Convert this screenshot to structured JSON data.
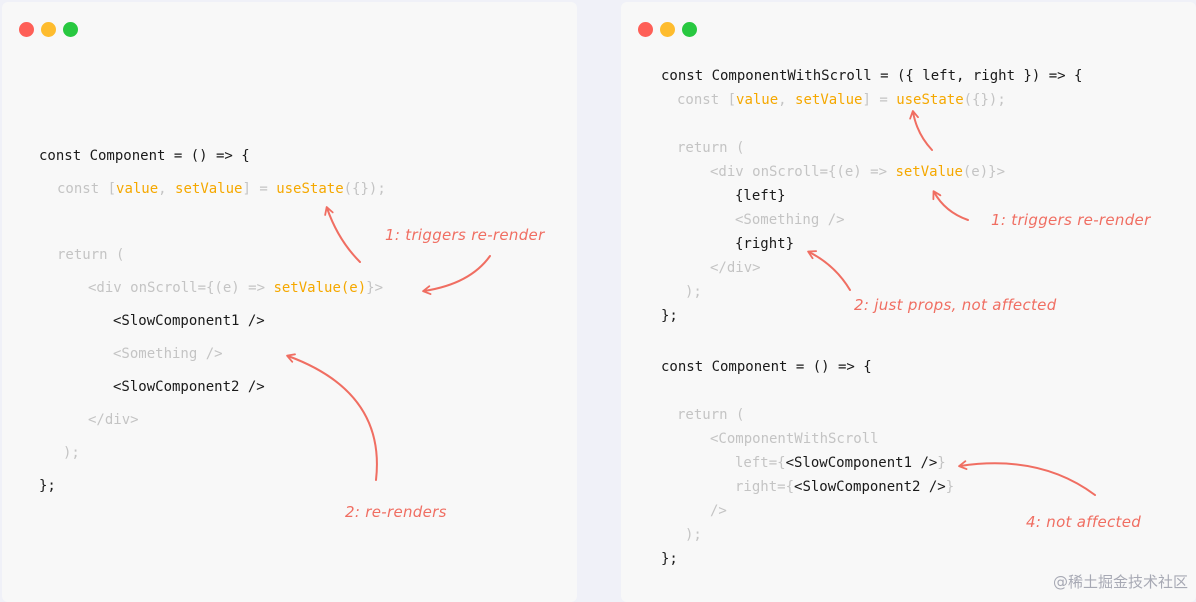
{
  "left_panel": {
    "window_dots": [
      "#fe5f57",
      "#febc2e",
      "#28c840"
    ],
    "code": {
      "l1": "const Component = () => {",
      "l2a": "const [",
      "l2b": "value",
      "l2c": ", ",
      "l2d": "setValue",
      "l2e": "] = ",
      "l2f": "useState",
      "l2g": "({});",
      "l3": "return (",
      "l4a": "<div onScroll={(e) => ",
      "l4b": "setValue(e)",
      "l4c": "}>",
      "l5": "<SlowComponent1 />",
      "l6": "<Something />",
      "l7": "<SlowComponent2 />",
      "l8": "</div>",
      "l9": ");",
      "l10": "};"
    },
    "annotations": {
      "triggers": "1: triggers re-render",
      "rerenders": "2: re-renders"
    }
  },
  "right_panel": {
    "window_dots": [
      "#fe5f57",
      "#febc2e",
      "#28c840"
    ],
    "code": {
      "l1": "const ComponentWithScroll = ({ left, right }) => {",
      "l2a": "const [",
      "l2b": "value",
      "l2c": ", ",
      "l2d": "setValue",
      "l2e": "] = ",
      "l2f": "useState",
      "l2g": "({});",
      "l3": "return (",
      "l4a": "<div onScroll={(e) => ",
      "l4b": "setValue",
      "l4c": "(e)}>",
      "l5": "{left}",
      "l6": "<Something />",
      "l7": "{right}",
      "l8": "</div>",
      "l9": ");",
      "l10": "};",
      "m1": "const Component = () => {",
      "m2": "return (",
      "m3": "<ComponentWithScroll",
      "m4a": "left={",
      "m4b": "<SlowComponent1 />",
      "m4c": "}",
      "m5a": "right={",
      "m5b": "<SlowComponent2 />",
      "m5c": "}",
      "m6": "/>",
      "m7": ");",
      "m8": "};"
    },
    "annotations": {
      "triggers": "1: triggers re-render",
      "props": "2: just props, not affected",
      "not_affected": "4: not affected"
    }
  },
  "watermark": "@稀土掘金技术社区",
  "colors": {
    "highlight": "#f5a800",
    "annotation": "#f06e62",
    "dim": "#c4c4c4",
    "dark": "#1a1a1a"
  }
}
